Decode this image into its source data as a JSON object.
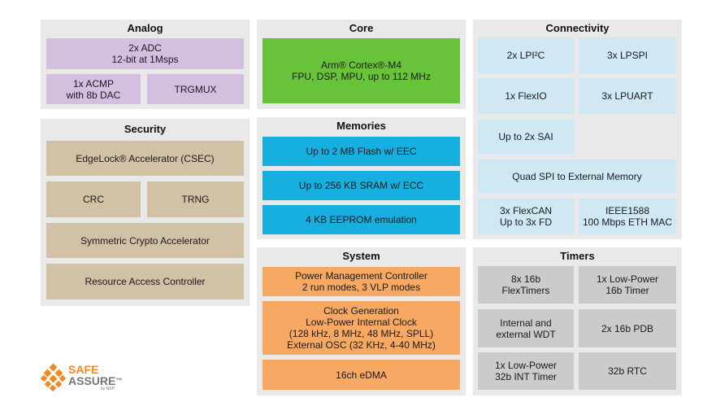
{
  "analog": {
    "title": "Analog",
    "adc": "2x ADC\n12-bit at 1Msps",
    "acmp": "1x ACMP\nwith 8b DAC",
    "trgmux": "TRGMUX"
  },
  "security": {
    "title": "Security",
    "edgelock": "EdgeLock® Accelerator (CSEC)",
    "crc": "CRC",
    "trng": "TRNG",
    "crypto": "Symmetric Crypto Accelerator",
    "rac": "Resource Access Controller"
  },
  "core": {
    "title": "Core",
    "cpu": "Arm® Cortex®-M4\nFPU, DSP, MPU, up to 112 MHz"
  },
  "memories": {
    "title": "Memories",
    "flash": "Up to 2 MB Flash w/ EEC",
    "sram": "Up to 256 KB SRAM w/ ECC",
    "eeprom": "4 KB EEPROM emulation"
  },
  "system": {
    "title": "System",
    "pmc": "Power Management Controller\n2 run modes, 3 VLP modes",
    "clock": "Clock Generation\nLow-Power Internal Clock\n(128 kHz, 8 MHz, 48 MHz, SPLL)\nExternal OSC (32 KHz, 4-40 MHz)",
    "edma": "16ch eDMA"
  },
  "connectivity": {
    "title": "Connectivity",
    "lpi2c": "2x LPI²C",
    "lpspi": "3x LPSPI",
    "flexio": "1x FlexIO",
    "lpuart": "3x LPUART",
    "sai": "Up to 2x SAI",
    "qspi": "Quad SPI to External Memory",
    "flexcan": "3x FlexCAN\nUp to 3x FD",
    "eth": "IEEE1588\n100 Mbps ETH MAC"
  },
  "timers": {
    "title": "Timers",
    "flextimers": "8x 16b\nFlexTimers",
    "lp16": "1x Low-Power\n16b Timer",
    "wdt": "Internal and\nexternal WDT",
    "pdb": "2x 16b PDB",
    "lp32": "1x Low-Power\n32b INT Timer",
    "rtc": "32b RTC"
  },
  "logo": {
    "line1": "SAFE",
    "line2": "ASSURE",
    "tm": "™",
    "byline": "by NXP"
  },
  "colors": {
    "panel": "#e9e9e9",
    "analog": "#d3bfe0",
    "core": "#68c33a",
    "memories": "#17afe0",
    "system": "#f7a863",
    "security": "#d1c1a5",
    "connectivity": "#cfe8f4",
    "timers": "#cbcbcb",
    "logo_orange": "#f08a24"
  }
}
